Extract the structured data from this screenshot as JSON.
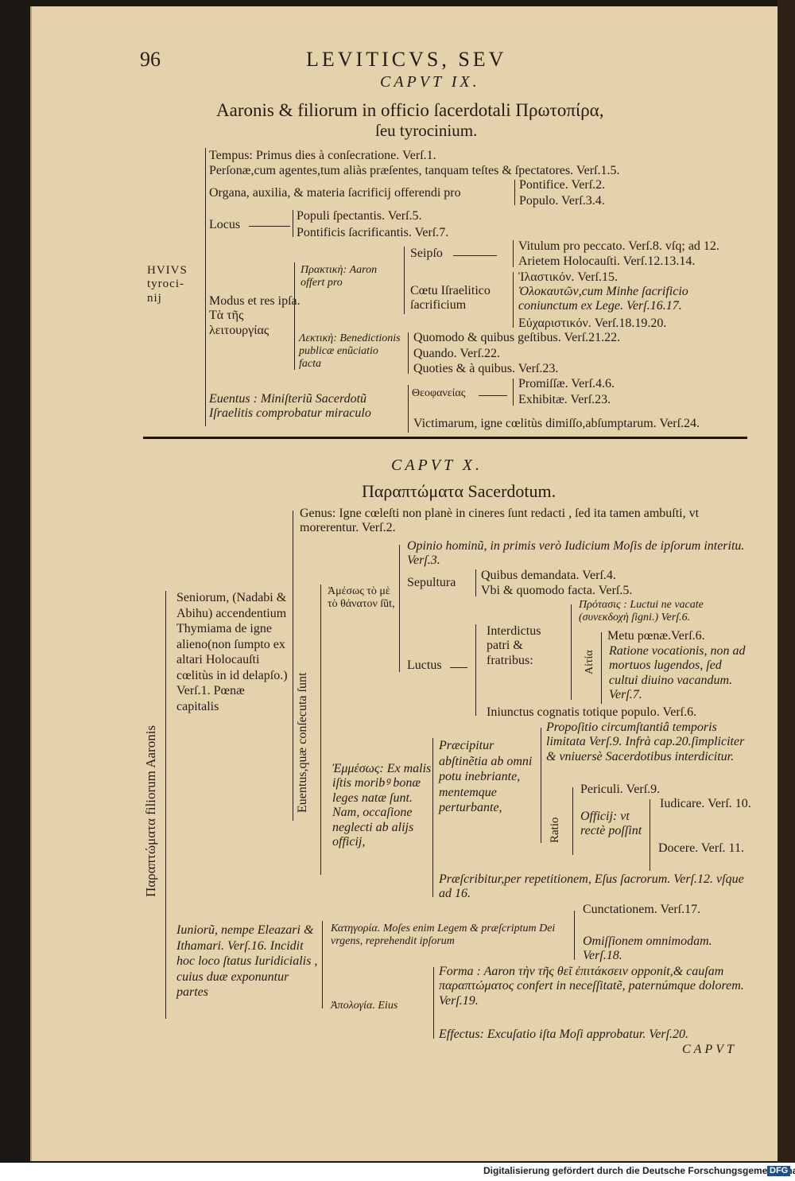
{
  "page": {
    "number": "96",
    "running_head": "LEVITICVS, SEV",
    "catchword": "CAPVT"
  },
  "chap9": {
    "heading": "CAPVT IX.",
    "title_line1": "Aaronis & filiorum in officio ſacerdotali Πρωτοπίρα,",
    "title_line2": "ſeu tyrocinium.",
    "root": "HVIVS tyroci- nij",
    "tempus": "Tempus: Primus dies à conſecratione. Verſ.1.",
    "personae": "Perſonæ,cum agentes,tum aliàs præſentes, tanquam teſtes & ſpectatores. Verſ.1.5.",
    "organa": "Organa, auxilia, & materia ſacrificij offerendi pro",
    "organa_a": "Pontifice. Verſ.2.",
    "organa_b": "Populo. Verſ.3.4.",
    "locus": "Locus",
    "locus_a": "Populi ſpectantis. Verſ.5.",
    "locus_b": "Pontificis ſacrificantis. Verſ.7.",
    "modus": "Modus et res ipſa. Τὰ τῆς λειτουργίας",
    "prakt": "Πρακτικὴ: Aaron offert pro",
    "seipso": "Seipſo",
    "seipso_a": "Vitulum pro peccato. Verſ.8. vſq; ad 12.",
    "seipso_b": "Arietem Holocauſti. Verſ.12.13.14.",
    "coetu": "Cœtu Iſraelitico ſacrificium",
    "coetu_a": "Ἱλαστικόν. Verſ.15.",
    "coetu_b": "Ὁλοκαυτῶν,cum Minhe ſacrificio coniunctum ex Lege. Verſ.16.17.",
    "coetu_c": "Εὐχαριστικόν. Verſ.18.19.20.",
    "lekt": "Λεκτικὴ: Benedictionis publicæ enũciatio facta",
    "quomodo": "Quomodo & quibus geſtibus. Verſ.21.22.",
    "quando": "Quando. Verſ.22.",
    "quoties": "Quoties & à quibus. Verſ.23.",
    "euentus": "Euentus : Miniſteriũ Sacerdotũ Iſraelitis comprobatur miraculo",
    "theoph": "Θεοφανείας",
    "promissae": "Promiſſæ. Verſ.4.6.",
    "exhibitae": "Exhibitæ. Verſ.23.",
    "victimarum": "Victimarum, igne cœlitùs dimiſſo,abſumptarum. Verſ.24."
  },
  "chap10": {
    "heading": "CAPVT X.",
    "title": "Παραπτώματα Sacerdotum.",
    "root_vertical": "Παραπτώματα filiorum Aaronis",
    "seniorum": "Seniorum, (Nadabi & Abihu) accendentium Thymiama de igne alieno(non ſumpto ex altari Holocauſti cœlitùs in id delapſo.) Verſ.1. Pœnæ capitalis",
    "euentus_vertical": "Euentus,quæ conſecuta ſunt",
    "genus": "Genus: Igne cœleſti non planè in cineres ſunt redacti , ſed ita tamen ambuſti, vt morerentur. Verſ.2.",
    "ameses": "Ἀμέσως τὸ μὲ τὸ θάνατον ſũt,",
    "opinio": "Opinio hominũ, in primis verò Iudicium Moſis de ipſorum interitu. Verſ.3.",
    "sepultura": "Sepultura",
    "quibus": "Quibus demandata. Verſ.4.",
    "vbi": "Vbi & quomodo facta. Verſ.5.",
    "luctus": "Luctus",
    "interdictus": "Interdictus patri & fratribus:",
    "protasis": "Πρότασις : Luctui ne vacate (συνεκδοχὴ ſigni.) Verſ.6.",
    "aitia": "Αἰτία",
    "metu": "Metu pœnæ.Verſ.6.",
    "ratione": "Ratione vocationis, non ad mortuos lugendos, ſed cultui diuino vacandum. Verſ.7.",
    "iniunctus": "Iniunctus cognatis totique populo. Verſ.6.",
    "emmeses": "Ἐμμέσως: Ex malis iſtis moribꝰ bonæ leges natæ ſunt. Nam, occaſione neglecti ab alijs officij,",
    "praecipitur": "Præcipitur abſtinẽtia ab omni potu inebriante, mentemque perturbante,",
    "propositio": "Propoſitio circumſtantiâ temporis limitata Verſ.9. Infrà cap.20.ſimpliciter & vniuersè Sacerdotibus interdicitur.",
    "ratio": "Ratio",
    "periculi": "Periculi. Verſ.9.",
    "officij": "Officij: vt rectè poſſint",
    "iudicare": "Iudicare. Verſ. 10.",
    "docere": "Docere. Verſ. 11.",
    "praescribitur": "Præſcribitur,per repetitionem, Eſus ſacrorum. Verſ.12. vſque ad 16.",
    "iuniorum": "Iuniorũ, nempe Eleazari & Ithamari. Verſ.16. Incidit hoc loco ſtatus Iuridicialis , cuius duæ exponuntur partes",
    "kategoria": "Κατηγορία. Moſes enim Legem & præſcriptum Dei vrgens, reprehendit ipſorum",
    "cunctationem": "Cunctationem. Verſ.17.",
    "omissionem": "Omiſſionem omnimodam. Verſ.18.",
    "apologia": "Ἀπολογία. Eius",
    "forma": "Forma : Aaron τὴν τῆς θεῖ ἐπιτάκσειν opponit,& cauſam παραπτώματος confert in neceſſitatẽ, paternúmque dolorem. Verſ.19.",
    "effectus": "Effectus: Excuſatio iſta Moſi approbatur. Verſ.20."
  },
  "footer": {
    "funding": "Digitalisierung gefördert durch die Deutsche Forschungsgemeinschaft",
    "logo": "DFG"
  }
}
